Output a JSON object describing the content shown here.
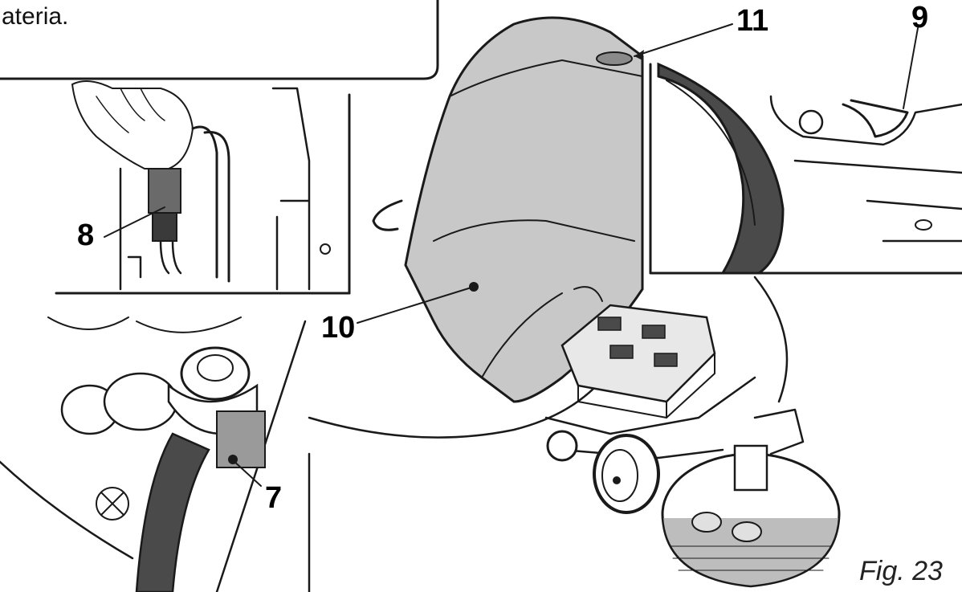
{
  "figure": {
    "top_note": "ateria.",
    "caption": "Fig. 23",
    "callouts": {
      "c7": "7",
      "c8": "8",
      "c9": "9",
      "c10": "10",
      "c11": "11"
    }
  },
  "colors": {
    "ink": "#1a1a1a",
    "cover_fill": "#c8c8c8",
    "dark_fill": "#4a4a4a",
    "background": "#ffffff"
  }
}
